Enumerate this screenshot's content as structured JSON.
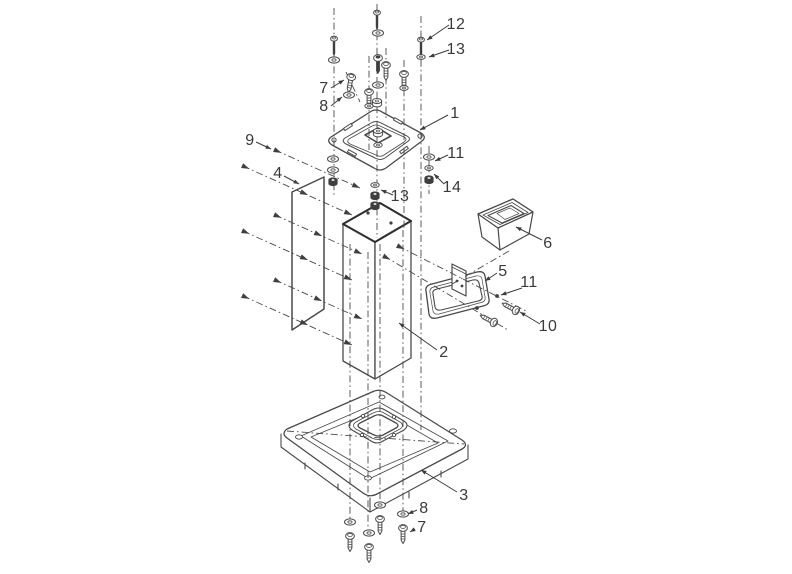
{
  "drawing": {
    "background": "#ffffff",
    "line_color": "#4a4a4a",
    "label_color": "#3a3a3a",
    "style": "black-and-white exploded assembly line drawing of a pedestal stand: top mounting plate, hollow square column, side panel, floor base, side bracket with tray box, and fastener hardware on dash-dot centerlines"
  },
  "callouts": {
    "c12": {
      "label": "12"
    },
    "c13_top": {
      "label": "13"
    },
    "c7_top": {
      "label": "7"
    },
    "c8_top": {
      "label": "8"
    },
    "c1": {
      "label": "1"
    },
    "c9": {
      "label": "9"
    },
    "c11_top": {
      "label": "11"
    },
    "c4": {
      "label": "4"
    },
    "c14": {
      "label": "14"
    },
    "c13_mid": {
      "label": "13"
    },
    "c6": {
      "label": "6"
    },
    "c5": {
      "label": "5"
    },
    "c11_mid": {
      "label": "11"
    },
    "c10": {
      "label": "10"
    },
    "c2": {
      "label": "2"
    },
    "c3": {
      "label": "3"
    },
    "c8_bottom": {
      "label": "8"
    },
    "c7_bottom": {
      "label": "7"
    }
  }
}
